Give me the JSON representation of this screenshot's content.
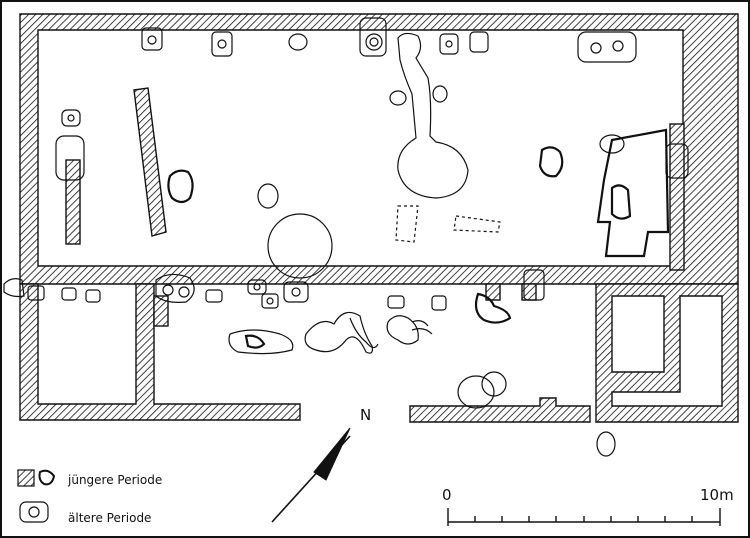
{
  "legend": {
    "younger": "jüngere Periode",
    "older": "ältere Periode"
  },
  "north_label": "N",
  "scale": {
    "start": "0",
    "end": "10m"
  },
  "colors": {
    "ink": "#111111",
    "paper": "#ffffff"
  }
}
